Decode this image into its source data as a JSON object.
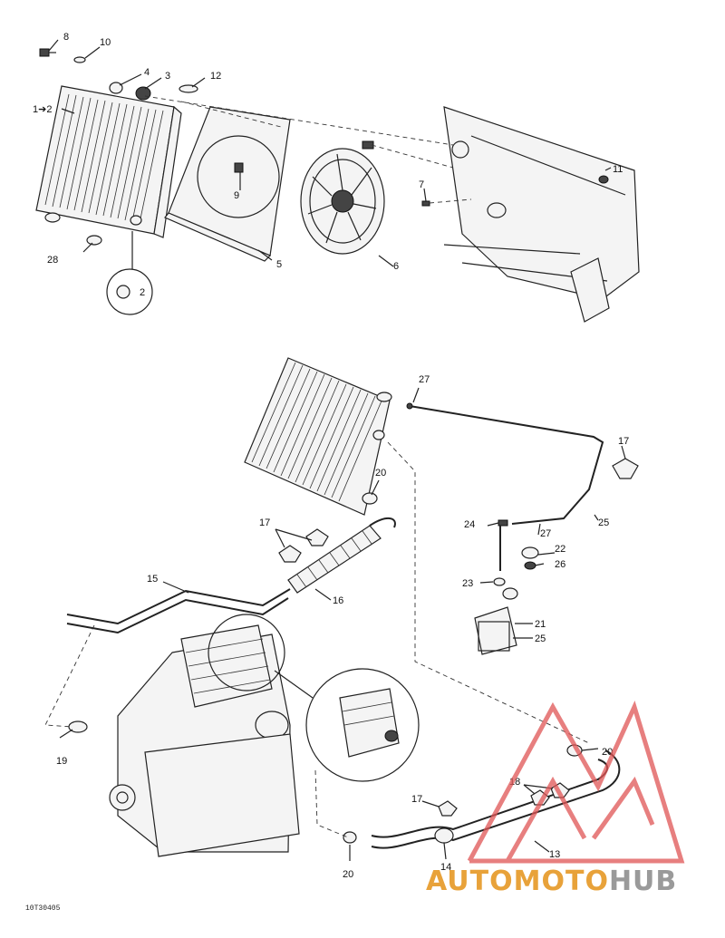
{
  "callouts": {
    "c1": "1➔2",
    "c2": "2",
    "c3": "3",
    "c4": "4",
    "c5": "5",
    "c6": "6",
    "c7": "7",
    "c8": "8",
    "c9": "9",
    "c10": "10",
    "c11": "11",
    "c12": "12",
    "c13": "13",
    "c14": "14",
    "c15": "15",
    "c16": "16",
    "c17a": "17",
    "c17b": "17",
    "c17c": "17",
    "c18": "18",
    "c19": "19",
    "c20a": "20",
    "c20b": "20",
    "c20c": "20",
    "c21": "21",
    "c22": "22",
    "c23": "23",
    "c24": "24",
    "c25a": "25",
    "c25b": "25",
    "c26": "26",
    "c27a": "27",
    "c27b": "27",
    "c28": "28"
  },
  "figure_code": "10T30405",
  "watermark": {
    "auto": "AUTO",
    "moto": "MOTO",
    "hub": "HUB",
    "color_auto": "#e8a23a",
    "color_moto": "#e8a23a",
    "color_hub": "#9a9a9a",
    "triangle_color": "#e05555"
  }
}
